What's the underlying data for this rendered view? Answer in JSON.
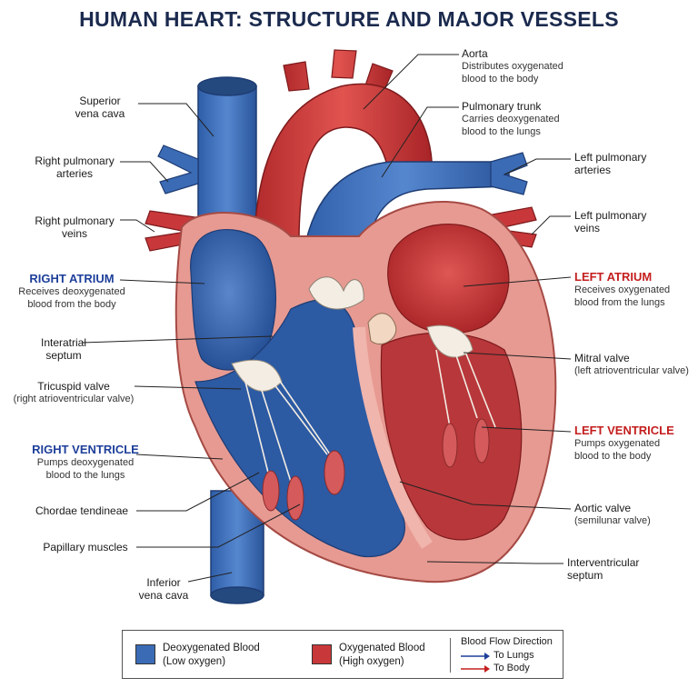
{
  "title": "HUMAN HEART: STRUCTURE AND MAJOR VESSELS",
  "colors": {
    "deoxygenated": "#3b6bb5",
    "oxygenated": "#c8383a",
    "muscle": "#e79a92",
    "title": "#1b2a4e",
    "label_blue": "#1e3f9a",
    "label_red": "#c41e1e"
  },
  "labels": {
    "superior_vena_cava": "Superior\nvena cava",
    "right_pulmonary_arteries": "Right pulmonary\narteries",
    "right_pulmonary_veins": "Right pulmonary\nveins",
    "right_atrium": {
      "title": "RIGHT ATRIUM",
      "desc": "Receives deoxygenated\nblood from the body"
    },
    "interatrial_septum": "Interatrial\nseptum",
    "tricuspid_valve": {
      "title": "Tricuspid valve",
      "desc": "(right atrioventricular valve)"
    },
    "right_ventricle": {
      "title": "RIGHT VENTRICLE",
      "desc": "Pumps deoxygenated\nblood to the lungs"
    },
    "chordae_tendineae": "Chordae tendineae",
    "papillary_muscles": "Papillary muscles",
    "inferior_vena_cava": "Inferior\nvena cava",
    "aorta": {
      "title": "Aorta",
      "desc": "Distributes oxygenated\nblood to the body"
    },
    "pulmonary_trunk": {
      "title": "Pulmonary trunk",
      "desc": "Carries deoxygenated\nblood to the lungs"
    },
    "left_pulmonary_arteries": "Left pulmonary\narteries",
    "left_pulmonary_veins": "Left pulmonary\nveins",
    "left_atrium": {
      "title": "LEFT ATRIUM",
      "desc": "Receives oxygenated\nblood from the lungs"
    },
    "mitral_valve": {
      "title": "Mitral valve",
      "desc": "(left atrioventricular valve)"
    },
    "left_ventricle": {
      "title": "LEFT VENTRICLE",
      "desc": "Pumps oxygenated\nblood to the body"
    },
    "aortic_valve": {
      "title": "Aortic valve",
      "desc": "(semilunar valve)"
    },
    "interventricular_septum": "Interventricular\nseptum"
  },
  "legend": {
    "deoxygenated": {
      "title": "Deoxygenated Blood",
      "sub": "(Low oxygen)"
    },
    "oxygenated": {
      "title": "Oxygenated Blood",
      "sub": "(High oxygen)"
    },
    "flow_title": "Blood Flow Direction",
    "to_lungs": "To Lungs",
    "to_body": "To Body",
    "to_lungs_color": "#1e3f9a",
    "to_body_color": "#c41e1e"
  }
}
